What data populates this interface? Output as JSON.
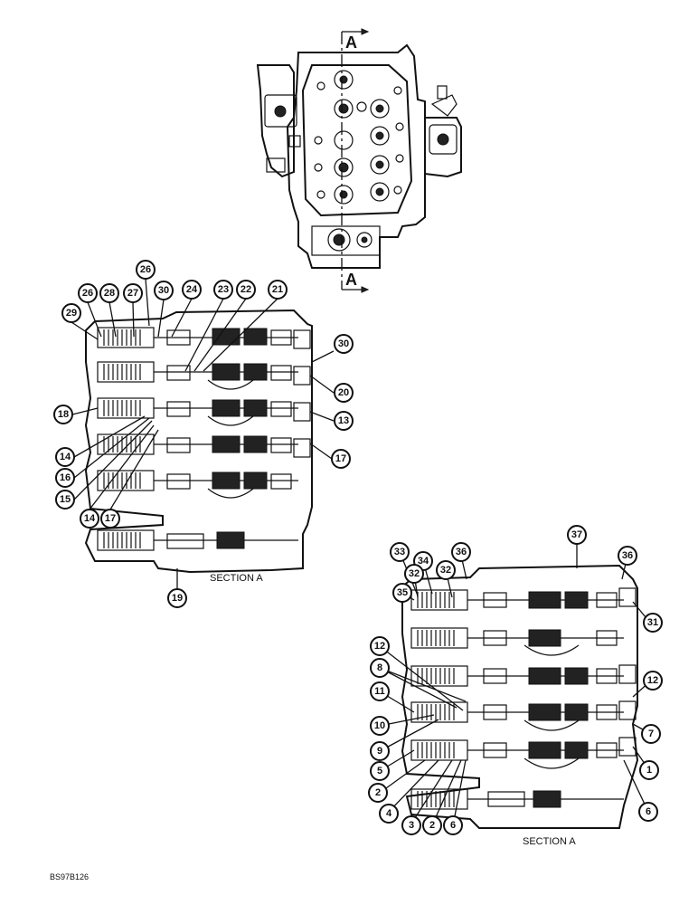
{
  "labels": {
    "section_a_upper": "SECTION A",
    "section_a_lower": "SECTION A",
    "section_marker": "A",
    "figure_code": "BS97B126"
  },
  "callouts_upper": [
    "26",
    "26",
    "28",
    "27",
    "30",
    "24",
    "23",
    "22",
    "21",
    "29",
    "30",
    "20",
    "18",
    "13",
    "14",
    "17",
    "16",
    "15",
    "14",
    "17",
    "19"
  ],
  "callouts_lower": [
    "37",
    "33",
    "34",
    "36",
    "32",
    "32",
    "36",
    "35",
    "31",
    "12",
    "8",
    "12",
    "11",
    "7",
    "10",
    "9",
    "1",
    "5",
    "6",
    "2",
    "4",
    "3",
    "2",
    "6"
  ]
}
